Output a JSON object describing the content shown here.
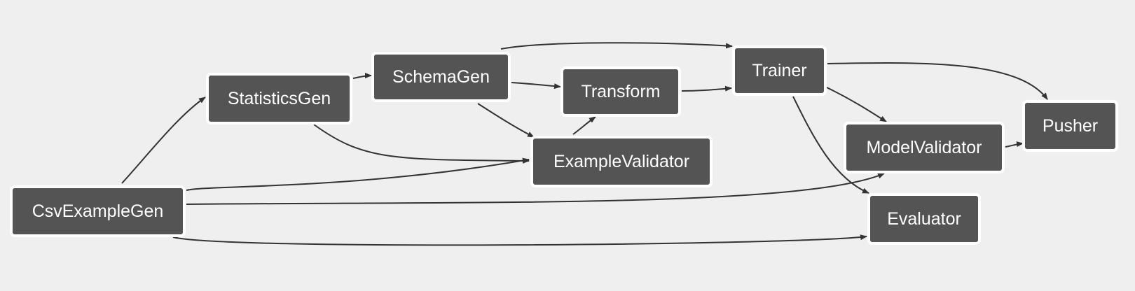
{
  "diagram": {
    "nodes": [
      {
        "id": "csv",
        "label": "CsvExampleGen"
      },
      {
        "id": "stats",
        "label": "StatisticsGen"
      },
      {
        "id": "schema",
        "label": "SchemaGen"
      },
      {
        "id": "transform",
        "label": "Transform"
      },
      {
        "id": "exval",
        "label": "ExampleValidator"
      },
      {
        "id": "trainer",
        "label": "Trainer"
      },
      {
        "id": "modval",
        "label": "ModelValidator"
      },
      {
        "id": "pusher",
        "label": "Pusher"
      },
      {
        "id": "evaluator",
        "label": "Evaluator"
      }
    ],
    "edges": [
      {
        "from": "csv",
        "to": "stats"
      },
      {
        "from": "csv",
        "to": "exval"
      },
      {
        "from": "csv",
        "to": "modval"
      },
      {
        "from": "csv",
        "to": "evaluator"
      },
      {
        "from": "stats",
        "to": "schema"
      },
      {
        "from": "stats",
        "to": "exval"
      },
      {
        "from": "schema",
        "to": "exval"
      },
      {
        "from": "schema",
        "to": "transform"
      },
      {
        "from": "schema",
        "to": "trainer"
      },
      {
        "from": "exval",
        "to": "transform"
      },
      {
        "from": "transform",
        "to": "trainer"
      },
      {
        "from": "trainer",
        "to": "pusher"
      },
      {
        "from": "trainer",
        "to": "modval"
      },
      {
        "from": "trainer",
        "to": "evaluator"
      },
      {
        "from": "modval",
        "to": "pusher"
      }
    ],
    "colors": {
      "background": "#efefef",
      "node_fill": "#545454",
      "node_border": "#ffffff",
      "node_text": "#ffffff",
      "edge": "#333333"
    }
  }
}
